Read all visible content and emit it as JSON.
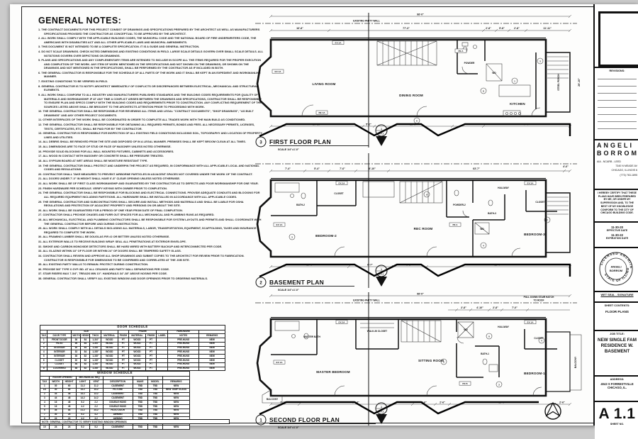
{
  "sheet": {
    "general_notes": {
      "title": "GENERAL NOTES:",
      "items": [
        "1.   THE CONTRACT DOCUMENTS FOR THIS PROJECT CONSIST OF DRAWINGS AND SPECIFICATIONS PREPARED BY THE ARCHITECT AS WELL AS MANUFACTURERS SPECIFICATIONS PROVIDED THE CONTRACTOR AS CONCEPTUAL TO BE APPROVED BY THE ARCHITECT.",
        "2.   ALL WORK SHALL COMPLY WITH THE APPLICABLE BUILDING CODES, THE MUNICIPAL CODE AND THE NATIONAL BOARD OF FIRE UNDERWRITERS CODE, THE AMERICANS WITH DISABILITIES ACT AND ALL OTHER APPLICABLE LAWS AND MUNICIPAL AMENDMENTS.",
        "3.   THIS DOCUMENT IS NOT INTENDED TO BE A COMPLETE SPECIFICATION. IT IS A GUIDE AND GENERAL INSTRUCTION.",
        "4.   DO NOT SCALE DRAWINGS. CHECK NOTED DIMENSIONS AND EXISTING CONDITIONS IN FIELD. LARGE SCALE DETAILS GOVERN OVER SMALL SCALE DETAILS. ALL NOTATIONS GOVERN OVER DEPICTIONS ON DRAWINGS.",
        "5.   PLANS AND SPECIFICATIONS AND ANY COMPLEMENTARY ITEMS ARE INTENDED TO INCLUDE IN SCOPE ALL THE ITEMS REQUIRED FOR THE PROPER EXECUTION AND COMPLETION OF THE WORK. ANY ITEM OF WORK MENTIONED IN THE SPECIFICATIONS AND NOT SHOWN ON THE DRAWINGS, OR SHOWN ON THE DRAWINGS AND NOT MENTIONED IN THE SPECIFICATIONS, SHALL BE PERFORMED BY THE CONTRACTOR AS IF INCLUDED IN BOTH.",
        "6.   THE GENERAL CONTRACTOR IS RESPONSIBLE FOR THE SCHEDULE OF ALL PARTS OF THE WORK AND IT SHALL BE KEPT IN AN EXPEDIENT AND WORKMANLIKE MANNER.",
        "7.   EXISTING CONDITIONS TO BE VERIFIED IN FIELD.",
        "8.   GENERAL CONTRACTOR IS TO NOTIFY ARCHITECT IMMEDIATELY OF CONFLICTS OR DISCREPANCIES BETWEEN ELECTRICAL, MECHANICAL AND STRUCTURAL ELEMENTS.",
        "9.   ALL WORK SHALL CONFORM TO ALL INDUSTRY AND MANUFACTURERS PUBLISHED STANDARDS AND THE BUILDING CODES REQUIREMENTS FOR QUALITY OF MATERIALS AND WORKMANSHIP. IF AT ANY TIME A CONFLICT ARISES BETWEEN THE DRAWINGS AND SPECIFICATIONS, CONTRACTOR SHALL BE RESPONSIBLE TO ENSURE PLAN AND SPECS COMPLY WITH THE BUILDING CODES AND REQUIREMENTS PRIOR TO CONSTRUCTION. ANY CONFLICTING REQUIREMENT OF THE SOURCES LISTED ABOVE SHALL BE BROUGHT TO THE ARCHITECTS ATTENTION PRIOR TO PROCEEDING WITH WORK.",
        "10.  THE GENERAL CONTRACTOR SHALL BE RESPONSIBLE FOR REVIEWING ALL ITEMS AND LEGAL \"CONTRACT DOCUMENTS\", \"SHOP DRAWINGS\", \"AS BUILT DRAWINGS\" AND ANY OTHER PROJECT DOCUMENTS.",
        "11.  OTHER INTERFACES OF THE WORK SHALL BE COORDINATED IN ORDER TO COMPLETE ALL TRADES WORK WITH THE MAIN BUILD AS CONDITIONED.",
        "12.  THE GENERAL CONTRACTOR SHALL BE RESPONSIBLE FOR OBTAINING ALL REQUIRED PERMITS, BONDS AND FEES. ALL NECESSARY PERMITS, LICENSES, TESTS, CERTIFICATES, ETC. SHALL BE PAID FOR BY THE CONTRACTOR.",
        "13.  GENERAL CONTRACTOR IS RESPONSIBLE FOR INSPECTION OF ALL EXISTING FIELD CONDITIONS INCLUDING SOIL, TOPOGRAPHY AND LOCATION OF PROPERTY LINES AND UTILITIES.",
        "14.  ALL DEBRIS SHALL BE REMOVED FROM THE SITE AND DISPOSED OF IN A LEGAL MANNER. PREMISES SHALL BE KEPT BROOM CLEAN AT ALL TIMES.",
        "15.  ALL DIMENSIONS ARE TO FACE OF STUD OR FACE OF MASONRY UNLESS NOTED OTHERWISE.",
        "16.  PROVIDE SOLID BLOCKING FOR ALL WALL MOUNTED FIXTURES, CABINETS AND ACCESSORIES.",
        "17.  ALL WOOD IN CONTACT WITH MASONRY OR CONCRETE SHALL BE PRESSURE TREATED.",
        "18.  ALL GYPSUM BOARD AT WET AREAS SHALL BE MOISTURE RESISTANT TYPE.",
        "19.  THE GENERAL CONTRACTOR SHALL PROTECT AND UNDERPIN THE PROJECT AS REQUIRED, IN CONFORMANCE WITH ALL APPLICABLE LOCAL AND NATIONAL CODES AND REGULATIONS.",
        "20.  CONTRACTOR SHALL TAKE MEASURES TO PREVENT AIRBORNE PARTICLES IN ADJACENT SPACES NOT COVERED UNDER THE WORK OF THE CONTRACT.",
        "21.  ALL DOORS UNDER 7'-0\" IN HEIGHT SHALL HAVE 6'-8\" CLEAR OPENING UNLESS NOTED OTHERWISE.",
        "22.  ALL WORK SHALL BE OF FIRST CLASS WORKMANSHIP AND GUARANTEED BY THE CONTRACTOR AS TO DEFECTS AND POOR WORKMANSHIP FOR ONE YEAR.",
        "23.  FINISH HARDWARE PER SCHEDULE. VERIFY KEYING WITH OWNER PRIOR TO COMPLETION.",
        "24.  THE GENERAL CONTRACTOR SHALL BE RESPONSIBLE FOR BLOCKING AND ELECTRICAL CONNECTIONS. PROVIDE ADEQUATE CONDUITS AND BLOCKING FOR ALL REQUIRED EQUIPMENT INCLUDING PARTITIONS. ALL HARDWARE SHALL BE INSTALLED IN ACCORDANCE WITH ALL APPLICABLE CODES.",
        "25.  THE GENERAL CONTRACTOR AND SUBCONTRACTORS SHALL SECURE AND INSTALL METHODS AND MATERIALS AND SHALL BE LIABLE FOR OSHA REGULATIONS AND PROTECTION OF ADJACENT PROPERTY AND PERSONS ON OR ABOUT THE SITE.",
        "26.  ALL WORK SHALL BE GUARANTEED FOR A PERIOD OF ONE YEAR FROM DATE OF FINAL COMPLETION.",
        "27.  CONTRACTOR SHALL PROVIDE CHASES AND FURR OUT SPACES FOR ALL MECHANICAL AND PLUMBING RUNS AS REQUIRED.",
        "28.  ALL MECHANICAL, ELECTRICAL AND PLUMBING CONTRACTORS SHALL BE RESPONSIBLE FOR SYSTEM LAYOUTS AND PERMITS AND SHALL COORDINATE WITH THE GENERAL CONTRACTOR BEFORE AND DURING CONSTRUCTION.",
        "29.  ALL WORK SHALL COMPLY WITH ALL DETAILS INCLUDING ALL MATERIALS, LABOR, TRANSPORTATION, EQUIPMENT, SCAFFOLDING, TAXES AND INSURANCE REQUIRED TO COMPLETE THE WORK.",
        "30.  ALL FRAMING LUMBER SHALL BE DOUGLAS FIR #2 OR BETTER UNLESS NOTED OTHERWISE.",
        "31.  ALL EXTERIOR WALLS TO RECEIVE BUILDING WRAP. SEAL ALL PENETRATIONS AT EXTERIOR ENVELOPE.",
        "32.  SMOKE AND CARBON MONOXIDE DETECTORS SHALL BE HARD WIRED WITH BATTERY BACKUP AND INTERCONNECTED PER CODE.",
        "33.  ALL GLAZING WITHIN 18\" OF FLOOR OR WITHIN 24\" OF DOORS SHALL BE TEMPERED SAFETY GLASS.",
        "34.  CONTRACTOR SHALL REVIEW AND APPROVE ALL SHOP DRAWINGS AND SUBMIT COPIES TO THE ARCHITECT FOR REVIEW PRIOR TO FABRICATION. CONTRACTOR IS RESPONSIBLE FOR DIMENSIONS TO BE CONFIRMED AND CORRELATED AT THE JOB SITE.",
        "35.  ALL EXISTING PARTY WALLS TO REMAIN. PROTECT DURING CONSTRUCTION.",
        "36.  PROVIDE 5/8\" TYPE X GYP. BD. AT ALL CEILINGS AND PARTY WALL SEPARATIONS PER CODE.",
        "37.  STAIR RISERS MAX 7-3/4\", TREADS MIN 10\". HANDRAILS 34\"-38\" ABOVE NOSING PER CODE.",
        "38.  GENERAL CONTRACTOR SHALL VERIFY ALL EXISTING WINDOW AND DOOR OPENINGS PRIOR TO ORDERING MATERIALS."
      ]
    },
    "schedules": {
      "doors": {
        "title": "DOOR SCHEDULE",
        "group_size": "SIZE",
        "group_frame": "FRAME",
        "group_hardware": "HARDWARE",
        "headers": [
          "TAG",
          "DOOR TYPE",
          "WIDTH",
          "HEIGHT",
          "THICK",
          "MATERIAL",
          "FINISH",
          "MATERIAL",
          "FINISH",
          "LABEL",
          "NOTES",
          "REMARKS"
        ],
        "rows": [
          [
            "1",
            "FRONT DOOR",
            "36",
            "84",
            "1-3/4\"",
            "WOOD",
            "PT",
            "WOOD",
            "PT",
            "",
            "PRE-HUNG",
            "NEW"
          ],
          [
            "2",
            "PATIO",
            "36",
            "84",
            "1-3/4\"",
            "WOOD",
            "PT",
            "WOOD",
            "PT",
            "",
            "PRE-HUNG",
            "NEW"
          ],
          [
            "3",
            "INTERIOR",
            "30",
            "84",
            "1-3/8\"",
            "WOOD",
            "PT",
            "WOOD",
            "PT",
            "",
            "PRE-HUNG",
            "NEW"
          ],
          [
            "4",
            "INTERIOR",
            "32",
            "84",
            "1-3/8\"",
            "WOOD",
            "PT",
            "WOOD",
            "PT",
            "",
            "PRE-HUNG",
            "NEW"
          ],
          [
            "5",
            "INTERIOR",
            "36",
            "82",
            "1-3/8\"",
            "WOOD",
            "PT",
            "WOOD",
            "PT",
            "",
            "PRE-HUNG",
            "NEW"
          ],
          [
            "6",
            "CLOSET",
            "30",
            "82",
            "1-3/8\"",
            "WOOD",
            "PT",
            "WOOD",
            "PT",
            "",
            "PRE-HUNG",
            "NEW"
          ],
          [
            "7",
            "CLOSET",
            "48",
            "82",
            "1-3/8\"",
            "WOOD",
            "PT",
            "WOOD",
            "PT",
            "",
            "PRE-HUNG",
            "NEW"
          ],
          [
            "8",
            "LOUVERED",
            "48",
            "82",
            "1-3/8\"",
            "WOOD",
            "PT",
            "WOOD",
            "PT",
            "",
            "PRE-HUNG",
            "NEW"
          ]
        ]
      },
      "windows": {
        "title": "WINDOW SCHEDULE",
        "group_rough": "ROUGH OPENING",
        "group_mech": "MECHANICAL REQ",
        "headers": [
          "TAG",
          "WIDTH",
          "HEIGHT",
          "LIGHT",
          "VENT",
          "DESCRIPTION",
          "MAKE",
          "MODEL",
          "REMARKS"
        ],
        "rows": [
          [
            "1",
            "30",
            "60",
            "11.2",
            "11.2",
            "CASEMENT",
            "TBD",
            "TBD",
            "NEW"
          ],
          [
            "1A",
            "30",
            "84",
            "14.2",
            "14.2",
            "PICTURE",
            "TBD",
            "TBD",
            "NEW TEMP GLASS"
          ],
          [
            "2",
            "44",
            "48",
            "14.2",
            "13.2",
            "CASEMENT",
            "TBD",
            "TBD",
            "NEW"
          ],
          [
            "3",
            "44",
            "48",
            "14.2",
            "14.2",
            "CASEMENT",
            "TBD",
            "TBD",
            "NEW"
          ],
          [
            "4",
            "16",
            "48",
            "5.2",
            "2.2",
            "DOUBLE HUNG",
            "TBD",
            "TBD",
            "NEW"
          ],
          [
            "5",
            "16",
            "48",
            "4.2",
            "2.2",
            "DOUBLE HUNG",
            "TBD",
            "TBD",
            "NEW"
          ],
          [
            "6",
            "36",
            "84",
            "21.2",
            "24.2",
            "PATIO DOOR",
            "TBD",
            "TBD",
            "NEW"
          ],
          [
            "7",
            "30",
            "24",
            "5.2",
            "4.2",
            "AWNING",
            "TBD",
            "TBD",
            "NEW"
          ],
          [
            "8",
            "24",
            "24",
            "4.2",
            "3.2",
            "AWNING",
            "TBD",
            "TBD",
            "NEW"
          ],
          [
            "9",
            "16",
            "24",
            "2.2",
            "2.2",
            "AWNING",
            "TBD",
            "TBD",
            "NEW"
          ],
          [
            "10",
            "24",
            "24",
            "5.2",
            "5.2",
            "CASEMENT",
            "TBD",
            "TBD",
            "NEW"
          ]
        ],
        "note": "NOTE: GENERAL CONTRACTOR TO VERIFY EXISTING WINDOW OPENINGS"
      }
    },
    "plans": [
      {
        "no": "3",
        "name": "FIRST FLOOR PLAN",
        "scale": "SCALE 1/4\"=1'-0\"",
        "party_wall": "EXISTING PARTY WALL",
        "overall": "98'-0\"",
        "top_dims": [
          "16'-8\"",
          "77'-3\"",
          "2'-8\"",
          "5'-8\"",
          "2'-8\"",
          "11'-11\""
        ],
        "bottom_dims": [
          "20'-10\"",
          "5'-2\"",
          "18'-0\"",
          "7'-4\""
        ],
        "side_dim": "29'-10\"",
        "rooms": [
          "LIVING ROOM",
          "DINING ROOM",
          "POWDER",
          "WD",
          "KITCHEN",
          "STEEL PORCH"
        ],
        "tags": [
          "EX 2A",
          "EX 1A",
          "PE A",
          "BE 4A"
        ],
        "door_tags": [
          "1",
          "6",
          "8",
          "3"
        ],
        "marker_no": "1",
        "marker_sheet": "A 4.2"
      },
      {
        "no": "2",
        "name": "BASEMENT PLAN",
        "scale": "SCALE 1/4\"=1'-0\"",
        "top_dims": [
          "7'-4\"",
          "5'-4\"",
          "7'-6\"",
          "8'-10\"",
          "63'-7\"",
          "4'-6\""
        ],
        "bottom_dims": [
          "19'-6\"",
          "6'-7\"",
          "6'-2\"",
          "11'-4\""
        ],
        "rooms": [
          "BATH-2",
          "CLOSET",
          "BEDROOM-2",
          "REC ROOM",
          "POWDER-2",
          "WD",
          "BATH-3",
          "HALLWAY",
          "CLOSET",
          "BEDROOM-3"
        ],
        "tags": [
          "EX 2A",
          "EX 1A",
          "PE A",
          "EX 2A"
        ],
        "door_tags": [
          "3",
          "9",
          "4",
          "7"
        ],
        "marker_no": "1",
        "marker_sheet": "A 4.2"
      },
      {
        "no": "1",
        "name": "SECOND FLOOR PLAN",
        "scale": "SCALE 1/4\"=1'-0\"",
        "party_wall": "EXISTING PARTY WALL",
        "overall": "98'-0\"",
        "hatch_note_1": "PULL DOWN STAIR HATCH",
        "hatch_note_2": "TO ROOF",
        "top_dims": [
          "2'-8\"",
          "4'-10\"",
          "2'-8\"",
          "7'-0\""
        ],
        "bottom_dims": [
          "7'-10\"",
          "24'-0\"",
          "2'-6\"",
          "2'-6\"",
          "12'-6\"",
          "2'-6\""
        ],
        "rooms": [
          "MASTER BATH",
          "WALK-IN CLOSET",
          "MASTER BEDROOM",
          "SITTING ROOM",
          "WD",
          "BATH-1",
          "HALLWAY",
          "CLOSET",
          "BEDROOM-1",
          "BALCONY",
          "BALCONY"
        ],
        "tags": [
          "EX 2A",
          "EX 1A",
          "PE B",
          "EX 1A"
        ],
        "door_tags": [
          "5",
          "8",
          "4",
          "3"
        ],
        "marker_no": "1",
        "marker_sheet": "A 4.2"
      }
    ],
    "titleblock": {
      "revisions_label": "REVISIONS:",
      "name_line1": "ANGELI",
      "name_line2": "BORROM",
      "credentials": "AIA - NCARB - LEED",
      "office_address1": "7340 N MEADE AV",
      "office_address2": "CHICAGO, ILLINOIS 6",
      "office_phone": "(773) 763-1895",
      "certification": "I HEREBY CERTIFY THAT THESE PLANS HAVE BEEN PREPARED BY ME, OR UNDER MY SUPERVISION AND, TO THE BEST OF MY KNOWLEDGE CONFORM TO THE CITY OF CHICAGO BUILDING CODE.",
      "effective_date": "11-30-20",
      "effective_label": "EFFECTIVE DATE",
      "expiration_date": "11-30-22",
      "expiration_label": "EXPIRATION DATE",
      "seal_ring_top": "LICENSED ARCHITECT",
      "seal_ring_bottom": "STATE OF ILLINOIS",
      "seal_center1": "ANGELI",
      "seal_center2": "BORROM",
      "wet_seal": "WET SEAL - SIGNATURE",
      "sheet_contents_label": "SHEET CONTENTS:",
      "sheet_contents": "FLOOR PLANS",
      "job_title_label": "JOB TITLE:",
      "job_title": "NEW SINGLE FAM RESIDENCE W. BASEMENT",
      "address_label": "ADDRESS:",
      "project_address1": "4043 S FORRESTVILLE",
      "project_address2": "CHICAGO, IL.",
      "sheet_no": "A 1.1",
      "sheet_no_label": "SHEET NO."
    }
  }
}
